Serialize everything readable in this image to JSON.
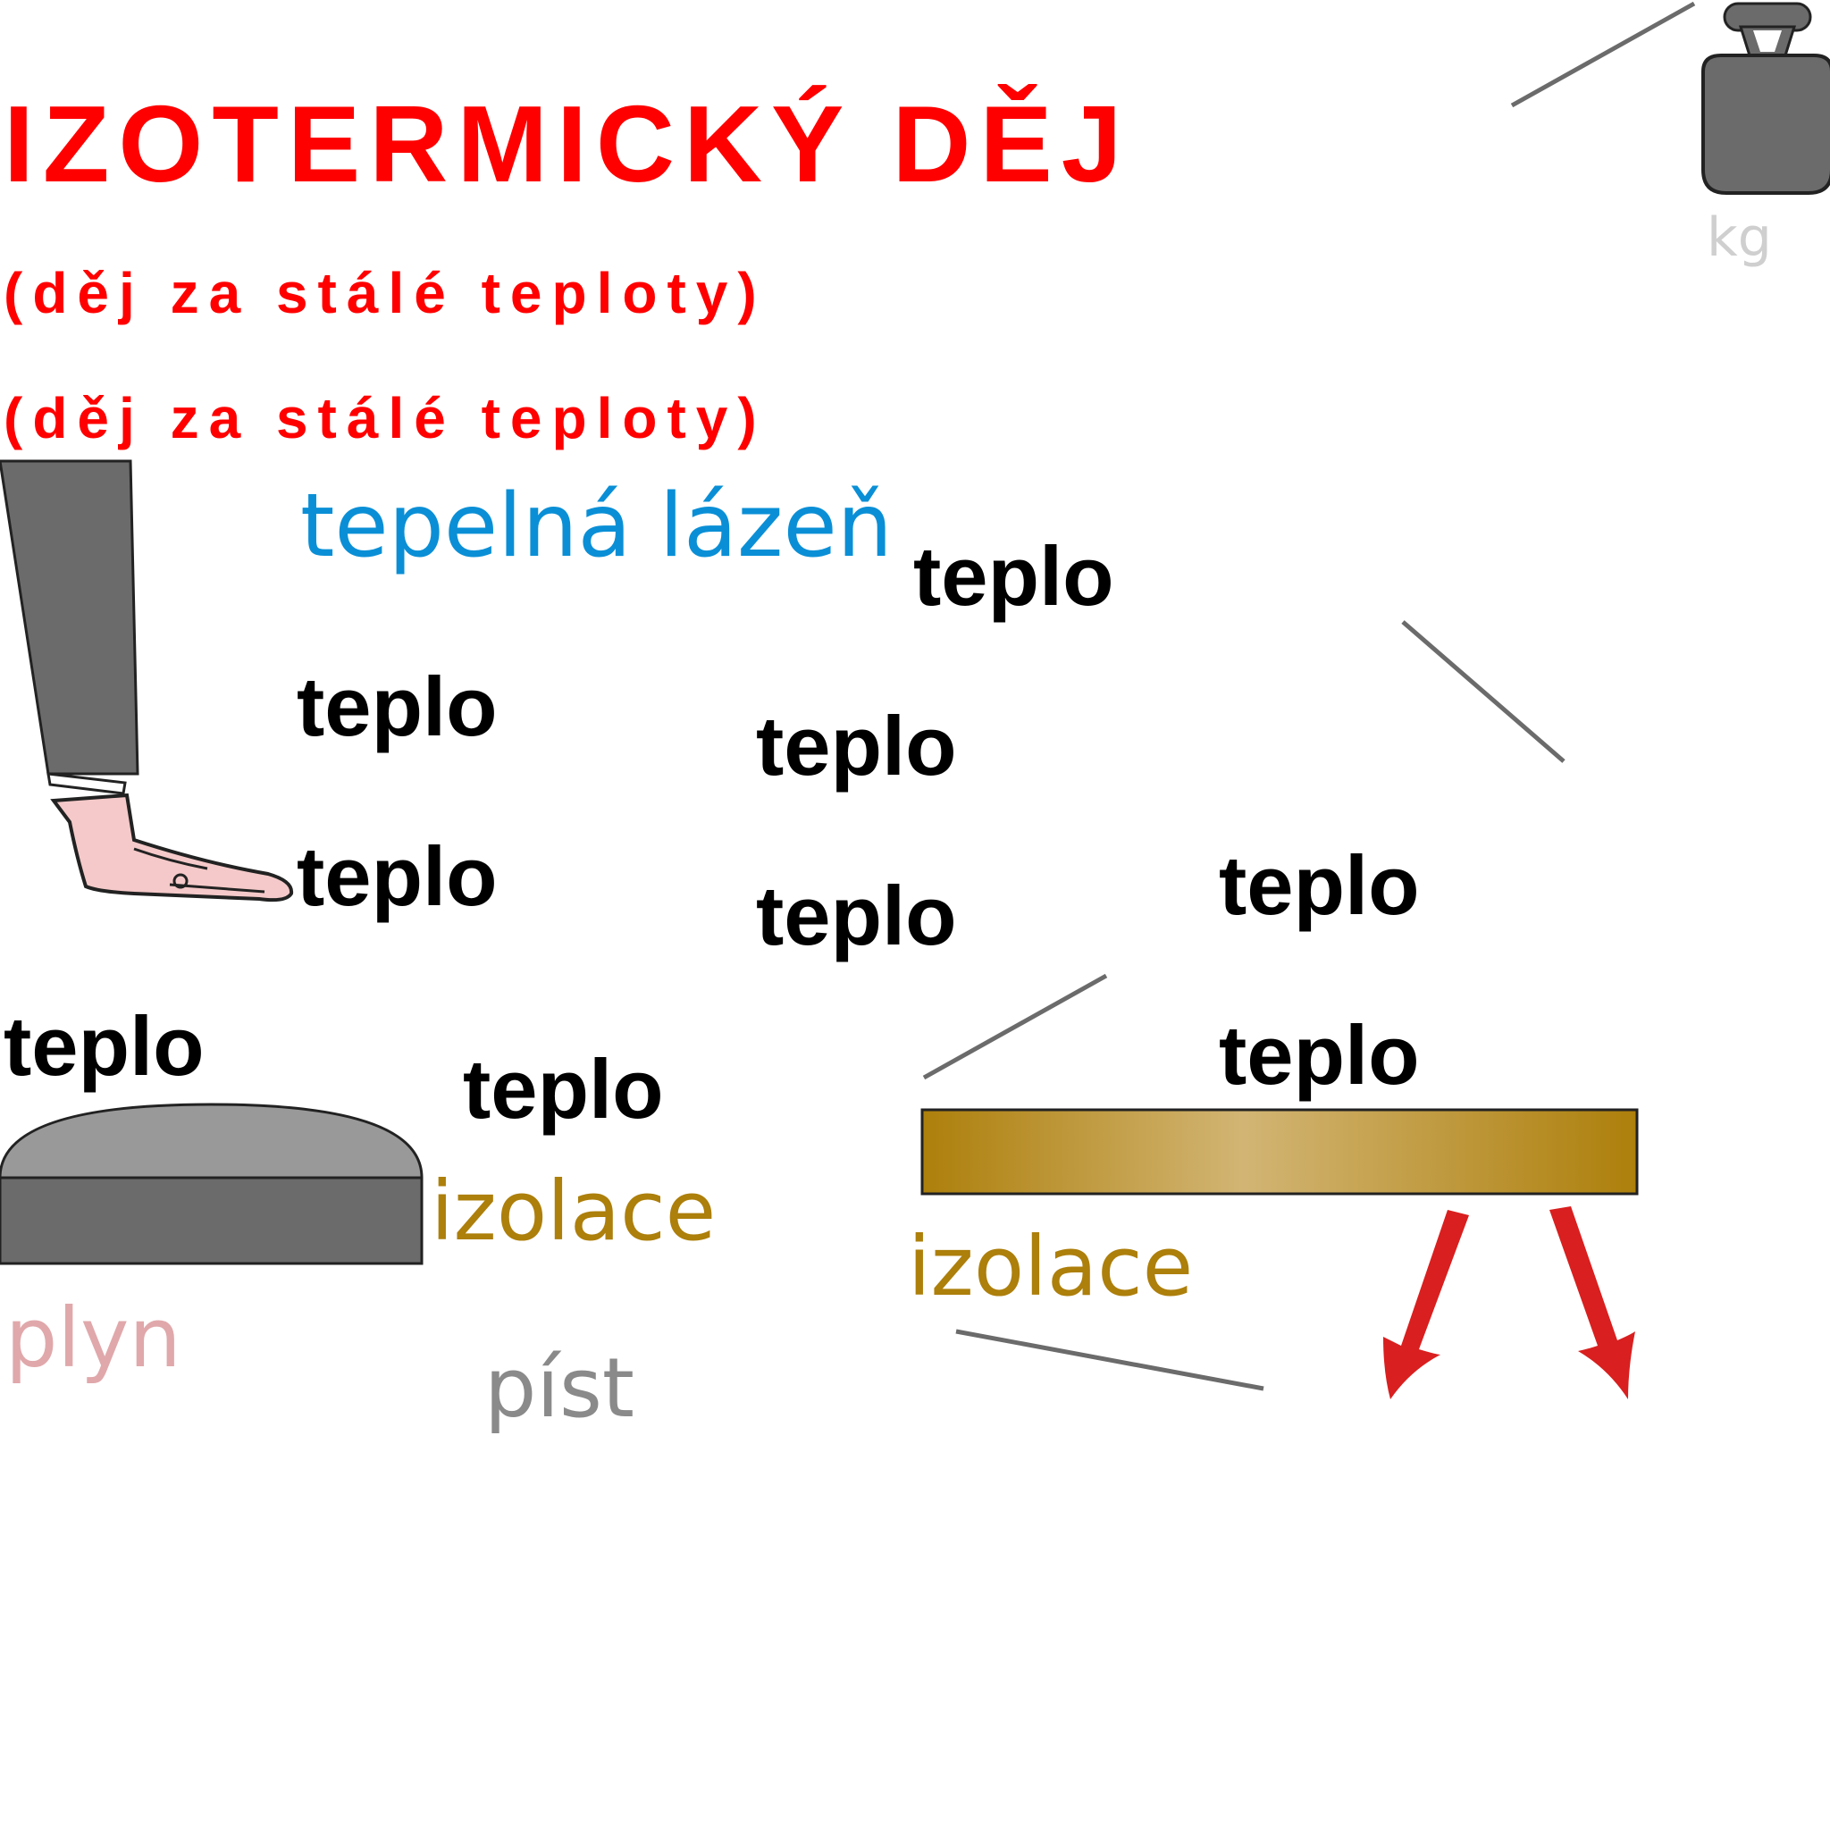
{
  "title": "IZOTERMICKÝ DĚJ",
  "subtitles": [
    "(děj za stálé teploty)",
    "(děj za stálé teploty)"
  ],
  "labels": {
    "bath": "tepelná lázeň",
    "heat": "teplo",
    "insulation": "izolace",
    "gas": "plyn",
    "piston": "píst",
    "weight_unit": "kg"
  },
  "colors": {
    "title": "#ff0000",
    "bath": "#0a8fd6",
    "insulation": "#ad7f0b",
    "gas": "#e0a8ab",
    "piston": "#8a8a8a",
    "heat_arrow": "#d91f1f",
    "weight": "#6b6b6b"
  },
  "icons": [
    "kettlebell-weight-icon",
    "leg-with-foot-icon",
    "piston-cylinder-icon",
    "insulation-bar-icon",
    "red-arrow-down-icon"
  ]
}
